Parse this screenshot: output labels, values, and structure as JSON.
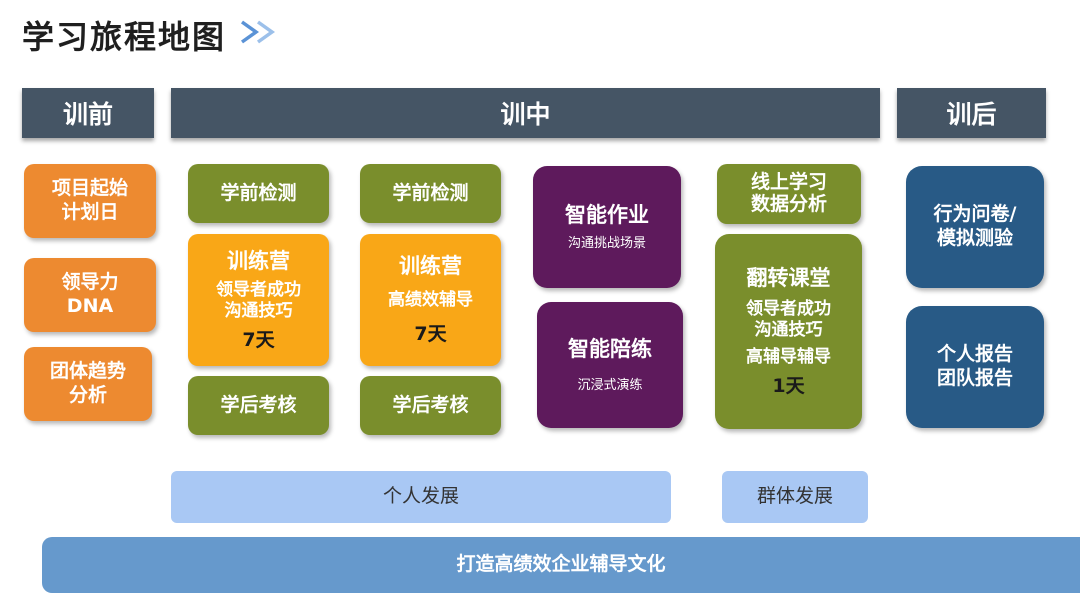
{
  "title": "学习旅程地图",
  "headers": {
    "pre": "训前",
    "mid": "训中",
    "post": "训后"
  },
  "pre_items": [
    {
      "line1": "项目起始",
      "line2": "计划日"
    },
    {
      "line1": "领导力",
      "line2": "DNA"
    },
    {
      "line1": "团体趋势",
      "line2": "分析"
    }
  ],
  "col1": {
    "top": "学前检测",
    "camp_title": "训练营",
    "camp_line1": "领导者成功",
    "camp_line2": "沟通技巧",
    "camp_days": "7天",
    "bottom": "学后考核"
  },
  "col2": {
    "top": "学前检测",
    "camp_title": "训练营",
    "camp_line1": "高绩效辅导",
    "camp_days": "7天",
    "bottom": "学后考核"
  },
  "col3": {
    "box1_title": "智能作业",
    "box1_sub": "沟通挑战场景",
    "box2_title": "智能陪练",
    "box2_sub": "沉浸式演练"
  },
  "col4": {
    "top_line1": "线上学习",
    "top_line2": "数据分析",
    "flip_title": "翻转课堂",
    "flip_line1": "领导者成功",
    "flip_line2": "沟通技巧",
    "flip_line3": "高辅导辅导",
    "flip_days": "1天"
  },
  "post_items": [
    {
      "line1": "行为问卷/",
      "line2": "模拟测验"
    },
    {
      "line1": "个人报告",
      "line2": "团队报告"
    }
  ],
  "bottom_bars": {
    "personal": "个人发展",
    "group": "群体发展",
    "culture": "打造高绩效企业辅导文化"
  },
  "colors": {
    "header": "#455565",
    "orange_dark": "#ed8a30",
    "olive": "#7a8e2c",
    "orange_bright": "#f9a717",
    "purple": "#5e1a5c",
    "navy": "#285a86",
    "light_blue": "#a9c8f4",
    "mid_blue": "#6699cc"
  },
  "icons": {
    "title_arrow": "double-chevron-right-icon"
  }
}
